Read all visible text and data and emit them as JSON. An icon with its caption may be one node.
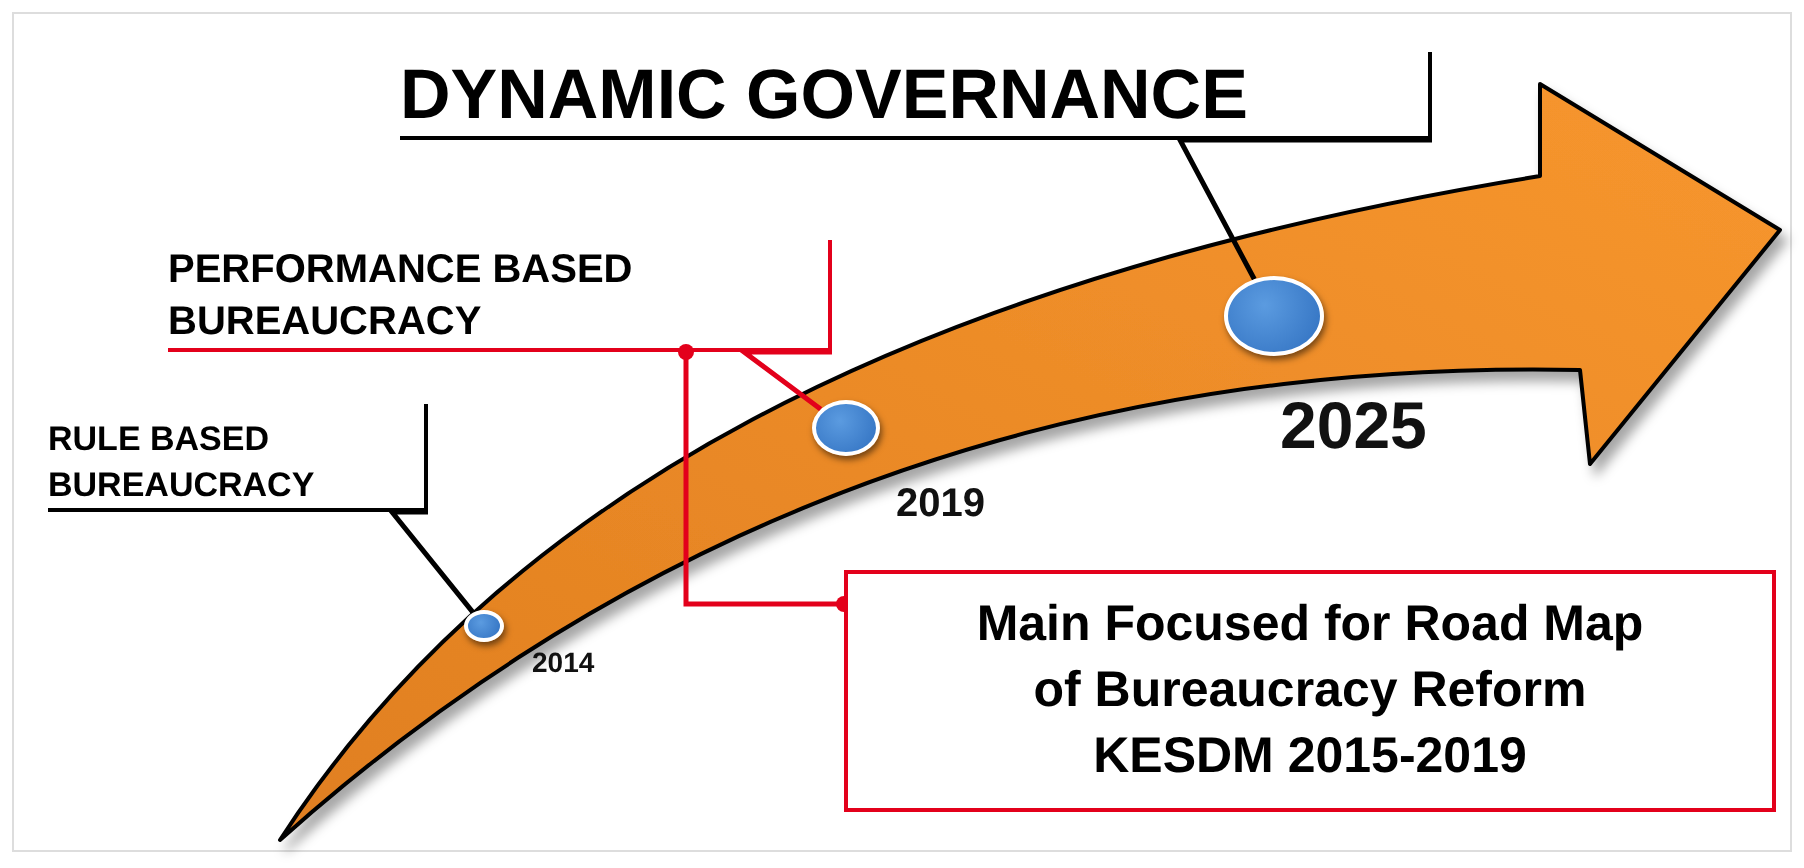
{
  "diagram": {
    "nodes": [
      {
        "text": [
          "DYNAMIC GOVERNANCE"
        ]
      },
      {
        "text": [
          "PERFORMANCE BASED BUREAUCRACY"
        ]
      },
      {
        "text": [
          "RULE BASED BUREAUCRACY"
        ]
      },
      {
        "text": [],
        "shape": "circle",
        "beside": [
          "2014"
        ]
      },
      {
        "text": [],
        "shape": "circle",
        "beside": [
          "2019"
        ]
      },
      {
        "text": [],
        "shape": "circle",
        "beside": [
          "2025"
        ]
      },
      {
        "text": [
          "Main Focused for Road Map of Bureaucracy Reform KESDM 2015-2019"
        ]
      }
    ],
    "edges": [
      {
        "from": 0,
        "to": 5,
        "arrow": "none"
      },
      {
        "from": 1,
        "to": 4,
        "arrow": "none",
        "color": "#e3001b"
      },
      {
        "from": 2,
        "to": 3,
        "arrow": "none"
      },
      {
        "from": 6,
        "to": 1,
        "arrow": "other",
        "color": "#e3001b"
      }
    ]
  }
}
